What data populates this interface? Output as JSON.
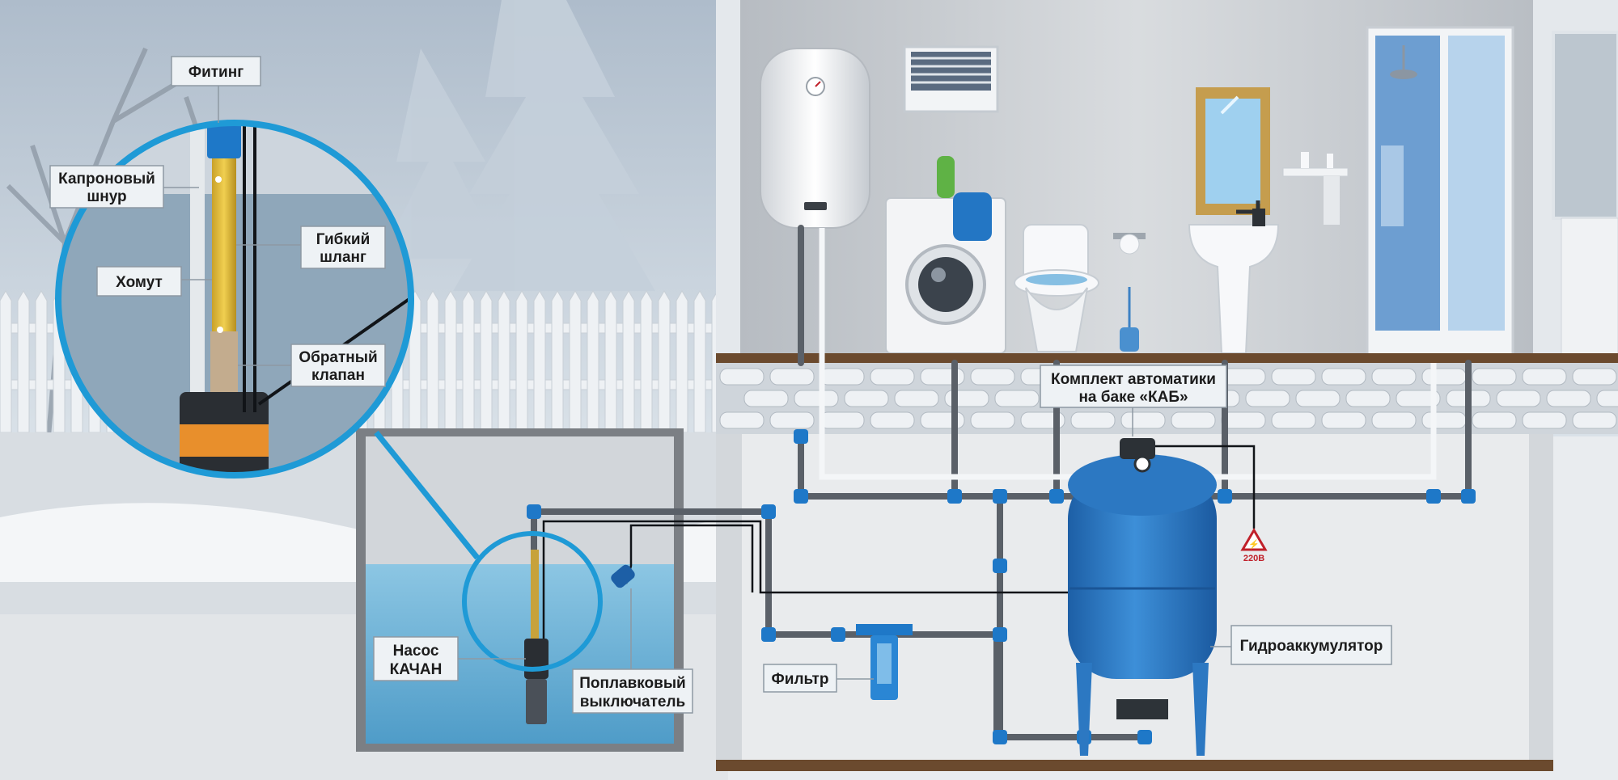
{
  "labels": {
    "fitting": "Фитинг",
    "nylon_cord_1": "Капроновый",
    "nylon_cord_2": "шнур",
    "clamp": "Хомут",
    "hose_1": "Гибкий",
    "hose_2": "шланг",
    "check_valve_1": "Обратный",
    "check_valve_2": "клапан",
    "pump_1": "Насос",
    "pump_2": "КАЧАН",
    "float_1": "Поплавковый",
    "float_2": "выключатель",
    "filter": "Фильтр",
    "accumulator": "Гидроаккумулятор",
    "automation_1": "Комплект автоматики",
    "automation_2": "на баке «КАБ»",
    "voltage": "220В"
  },
  "colors": {
    "pipe": "#5a6068",
    "fitting": "#1e78c8",
    "tank": "#2f7fc9",
    "water": "#77b7d9",
    "lens_ring": "#1f9ad6"
  }
}
